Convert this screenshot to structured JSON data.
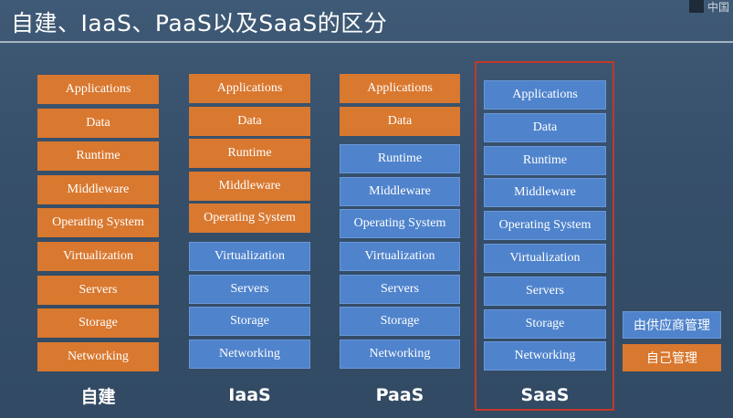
{
  "header": {
    "title": "自建、IaaS、PaaS以及SaaS的区分",
    "logo_text": "中国"
  },
  "colors": {
    "self_managed": "#d9782f",
    "vendor_managed": "#4f83cc",
    "highlight": "#c0392b"
  },
  "layers": [
    "Applications",
    "Data",
    "Runtime",
    "Middleware",
    "Operating System",
    "Virtualization",
    "Servers",
    "Storage",
    "Networking"
  ],
  "columns": [
    {
      "label": "自建",
      "managed_by": [
        "self",
        "self",
        "self",
        "self",
        "self",
        "self",
        "self",
        "self",
        "self"
      ]
    },
    {
      "label": "IaaS",
      "managed_by": [
        "self",
        "self",
        "self",
        "self",
        "self",
        "vendor",
        "vendor",
        "vendor",
        "vendor"
      ]
    },
    {
      "label": "PaaS",
      "managed_by": [
        "self",
        "self",
        "vendor",
        "vendor",
        "vendor",
        "vendor",
        "vendor",
        "vendor",
        "vendor"
      ]
    },
    {
      "label": "SaaS",
      "managed_by": [
        "vendor",
        "vendor",
        "vendor",
        "vendor",
        "vendor",
        "vendor",
        "vendor",
        "vendor",
        "vendor"
      ],
      "highlighted": true
    }
  ],
  "legend": {
    "vendor": "由供应商管理",
    "self": "自己管理"
  }
}
